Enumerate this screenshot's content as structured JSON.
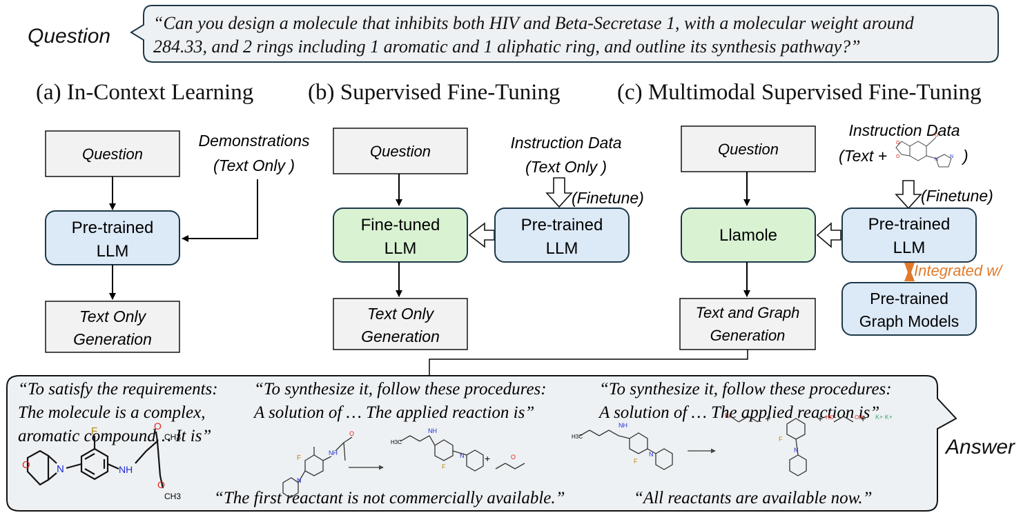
{
  "colors": {
    "blue_fill": "#dce9f6",
    "green_fill": "#d9f2d2",
    "gray_fill": "#f2f2f2",
    "callout_fill": "#eef1f3",
    "dark_stroke": "#1c3747",
    "accent_orange": "#e07a2a",
    "nitrogen_blue": "#1f2bd6",
    "oxygen_red": "#e0201a",
    "fluorine_gold": "#b8860b",
    "potassium_green": "#3aa86a"
  },
  "question_label": "Question",
  "question_text_line1": "“Can you design a molecule that inhibits both HIV and Beta-Secretase 1, with a molecular weight around",
  "question_text_line2": "284.33, and 2 rings including 1 aromatic and 1 aliphatic ring, and outline its synthesis pathway?”",
  "panel_a": {
    "title": "(a) In-Context Learning",
    "question_box": "Question",
    "demonstrations_line1": "Demonstrations",
    "demonstrations_line2": "(Text Only )",
    "llm_line1": "Pre-trained",
    "llm_line2": "LLM",
    "output_line1": "Text Only",
    "output_line2": "Generation"
  },
  "panel_b": {
    "title": "(b) Supervised Fine-Tuning",
    "question_box": "Question",
    "instruction_line1": "Instruction Data",
    "instruction_line2": "(Text Only )",
    "finetune_label": "(Finetune)",
    "finetuned_line1": "Fine-tuned",
    "finetuned_line2": "LLM",
    "pretrained_line1": "Pre-trained",
    "pretrained_line2": "LLM",
    "output_line1": "Text Only",
    "output_line2": "Generation"
  },
  "panel_c": {
    "title": "(c) Multimodal Supervised Fine-Tuning",
    "question_box": "Question",
    "instruction_line1": "Instruction Data",
    "instruction_line2_prefix": "(Text +",
    "instruction_line2_suffix": ")",
    "finetune_label": "(Finetune)",
    "llamole": "Llamole",
    "pretrained_line1": "Pre-trained",
    "pretrained_line2": "LLM",
    "integrated_label": "Integrated w/",
    "graph_line1": "Pre-trained",
    "graph_line2": "Graph Models",
    "output_line1": "Text and Graph",
    "output_line2": "Generation"
  },
  "answer": {
    "label": "Answer",
    "col1_line1": "“To satisfy the requirements:",
    "col1_line2": "The molecule is a complex,",
    "col1_line3": "aromatic compound… It is”",
    "col2_line1": "“To synthesize it, follow these procedures:",
    "col2_line2": "A solution of … The applied reaction is”",
    "col3_line1": "“To synthesize it, follow these procedures:",
    "col3_line2": "A solution of … The applied reaction is”",
    "note1": "“The first reactant is not commercially available.”",
    "note2": "“All reactants are available now.”"
  },
  "molecules": {
    "atom_F": "F",
    "atom_N": "N",
    "atom_NH": "NH",
    "atom_O": "O",
    "atom_CH3": "CH3",
    "atom_H3C": "H3C",
    "atom_Br": "Br",
    "atom_HO": "HO",
    "atom_OH": "OH",
    "potassium": "K+ K+",
    "plus": "+"
  }
}
